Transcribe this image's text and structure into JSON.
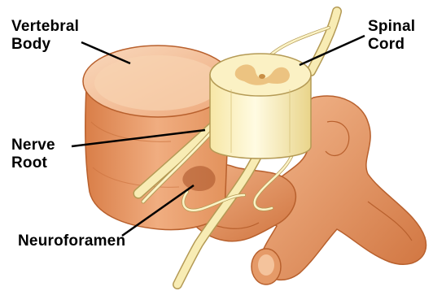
{
  "labels": {
    "vertebral_body": [
      "Vertebral",
      "Body"
    ],
    "spinal_cord": [
      "Spinal",
      "Cord"
    ],
    "nerve_root": [
      "Nerve",
      "Root"
    ],
    "neuroforamen": "Neuroforamen"
  },
  "colors": {
    "bone_light": "#f6c9a4",
    "bone_mid": "#e9955f",
    "bone_dark": "#c96b38",
    "nerve_light": "#fbf3c6",
    "nerve_mid": "#eedc93",
    "nerve_outline": "#b49a55",
    "label": "#000000"
  }
}
